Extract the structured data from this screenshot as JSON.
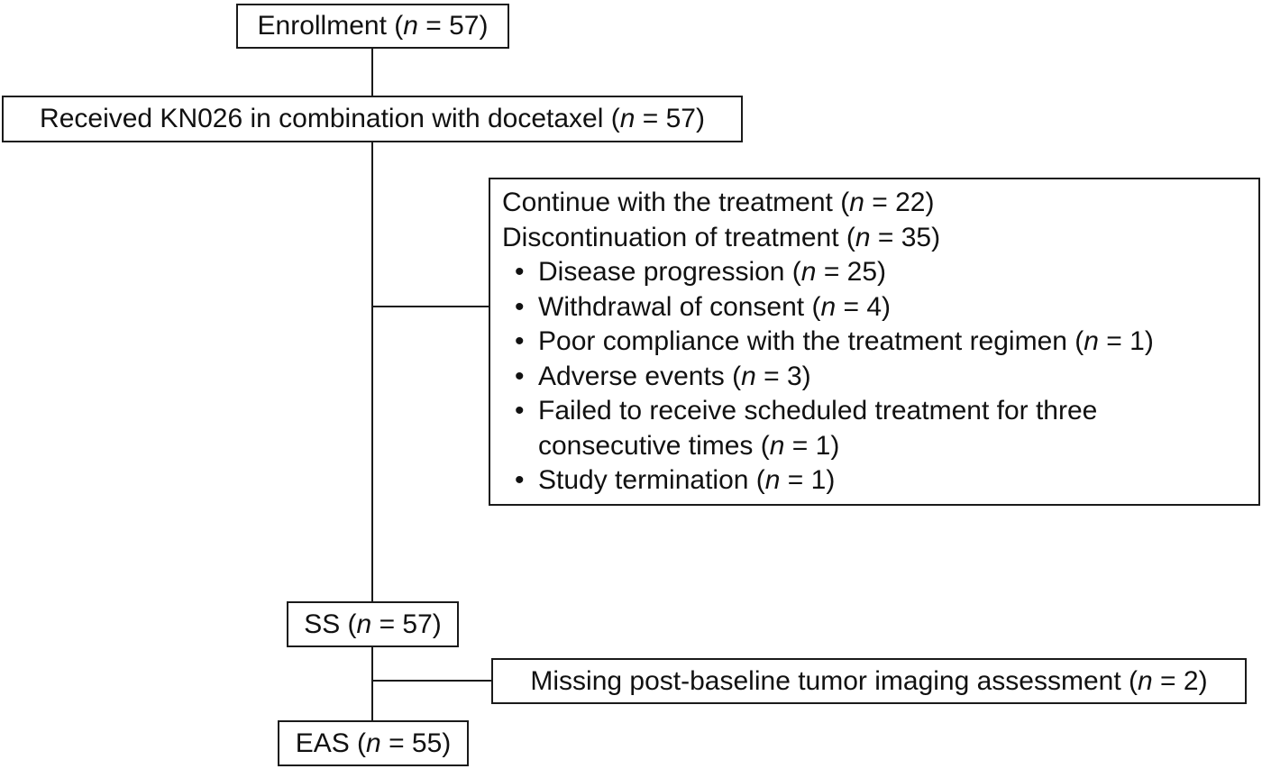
{
  "nodes": {
    "enrollment": {
      "label": "Enrollment (",
      "n_sym": "n",
      "count": " = 57)"
    },
    "received": {
      "label": "Received KN026 in combination with docetaxel (",
      "n_sym": "n",
      "count": " = 57)"
    },
    "ss": {
      "label": "SS (",
      "n_sym": "n",
      "count": " = 57)"
    },
    "eas": {
      "label": "EAS (",
      "n_sym": "n",
      "count": " = 55)"
    },
    "missing": {
      "label": "Missing post-baseline tumor imaging assessment (",
      "n_sym": "n",
      "count": " = 2)"
    }
  },
  "status_box": {
    "continue": {
      "label": "Continue with the treatment (",
      "n_sym": "n",
      "count": " = 22)"
    },
    "discontinue": {
      "label": "Discontinuation of treatment (",
      "n_sym": "n",
      "count": " = 35)"
    },
    "bullet_glyph": "•",
    "reasons": [
      {
        "label": "Disease progression (",
        "n_sym": "n",
        "count": " = 25)"
      },
      {
        "label": "Withdrawal of consent (",
        "n_sym": "n",
        "count": " = 4)"
      },
      {
        "label": "Poor compliance with the treatment regimen (",
        "n_sym": "n",
        "count": " = 1)"
      },
      {
        "label": "Adverse events (",
        "n_sym": "n",
        "count": " = 3)"
      },
      {
        "label": "Failed to receive scheduled treatment for three",
        "cont": "consecutive times (",
        "n_sym": "n",
        "count": " = 1)"
      },
      {
        "label": "Study termination (",
        "n_sym": "n",
        "count": " = 1)"
      }
    ]
  }
}
